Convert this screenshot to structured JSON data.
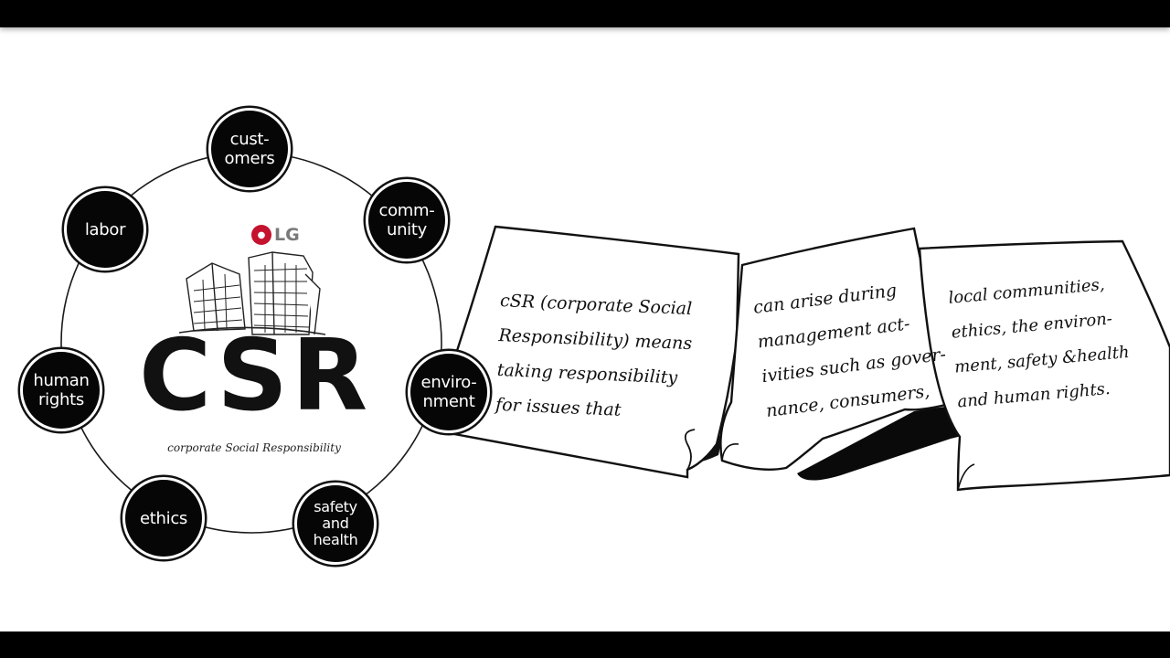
{
  "diagram": {
    "center": {
      "brand": "LG",
      "title": "CSR",
      "subtitle": "corporate Social Responsibility"
    },
    "nodes": [
      {
        "id": "customers",
        "label": "cust-\nomers"
      },
      {
        "id": "community",
        "label": "comm-\nunity"
      },
      {
        "id": "environment",
        "label": "enviro-\nnment"
      },
      {
        "id": "safety-health",
        "label": "safety\nand\nhealth"
      },
      {
        "id": "ethics",
        "label": "ethics"
      },
      {
        "id": "human-rights",
        "label": "human\nrights"
      },
      {
        "id": "labor",
        "label": "labor"
      }
    ]
  },
  "notes": [
    {
      "text": "cSR (corporate Social\nResponsibility) means\ntaking responsibility\nfor issues that"
    },
    {
      "text": "can arise during\nmanagement act-\nivities such as gover-\nnance, consumers,"
    },
    {
      "text": "local communities,\nethics, the environ-\nment, safety &health\nand human rights."
    }
  ],
  "colors": {
    "ink": "#111111",
    "paper": "#ffffff",
    "lg_red": "#c4122f"
  }
}
